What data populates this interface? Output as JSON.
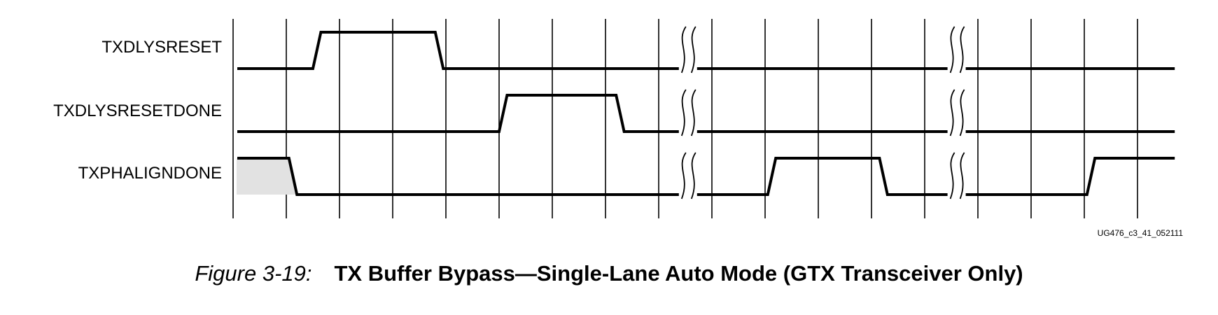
{
  "signals": [
    {
      "name": "TXDLYSRESET",
      "transitions": [
        [
          0,
          0
        ],
        [
          1.5,
          0
        ],
        [
          1.65,
          1
        ],
        [
          3.8,
          1
        ],
        [
          3.95,
          0
        ],
        [
          17.7,
          0
        ]
      ]
    },
    {
      "name": "TXDLYSRESETDONE",
      "transitions": [
        [
          0,
          0
        ],
        [
          5.0,
          0
        ],
        [
          5.15,
          1
        ],
        [
          7.2,
          1
        ],
        [
          7.35,
          0
        ],
        [
          17.7,
          0
        ]
      ]
    },
    {
      "name": "TXPHALIGNDONE",
      "transitions": [
        [
          0,
          1
        ],
        [
          1.05,
          1
        ],
        [
          1.2,
          0
        ],
        [
          10.05,
          0
        ],
        [
          10.2,
          1
        ],
        [
          12.15,
          1
        ],
        [
          12.3,
          0
        ],
        [
          16.05,
          0
        ],
        [
          16.2,
          1
        ],
        [
          17.7,
          1
        ]
      ],
      "unknown_region": [
        0,
        1.2
      ]
    }
  ],
  "clock_ticks": 18,
  "time_breaks": [
    8.55,
    13.6
  ],
  "colors": {
    "line": "#000000",
    "unknown_fill": "#e2e2e2"
  },
  "figure_id": "UG476_c3_41_052111",
  "caption": {
    "number": "Figure 3-19:",
    "title": "TX Buffer Bypass—Single-Lane Auto Mode (GTX Transceiver Only)"
  }
}
